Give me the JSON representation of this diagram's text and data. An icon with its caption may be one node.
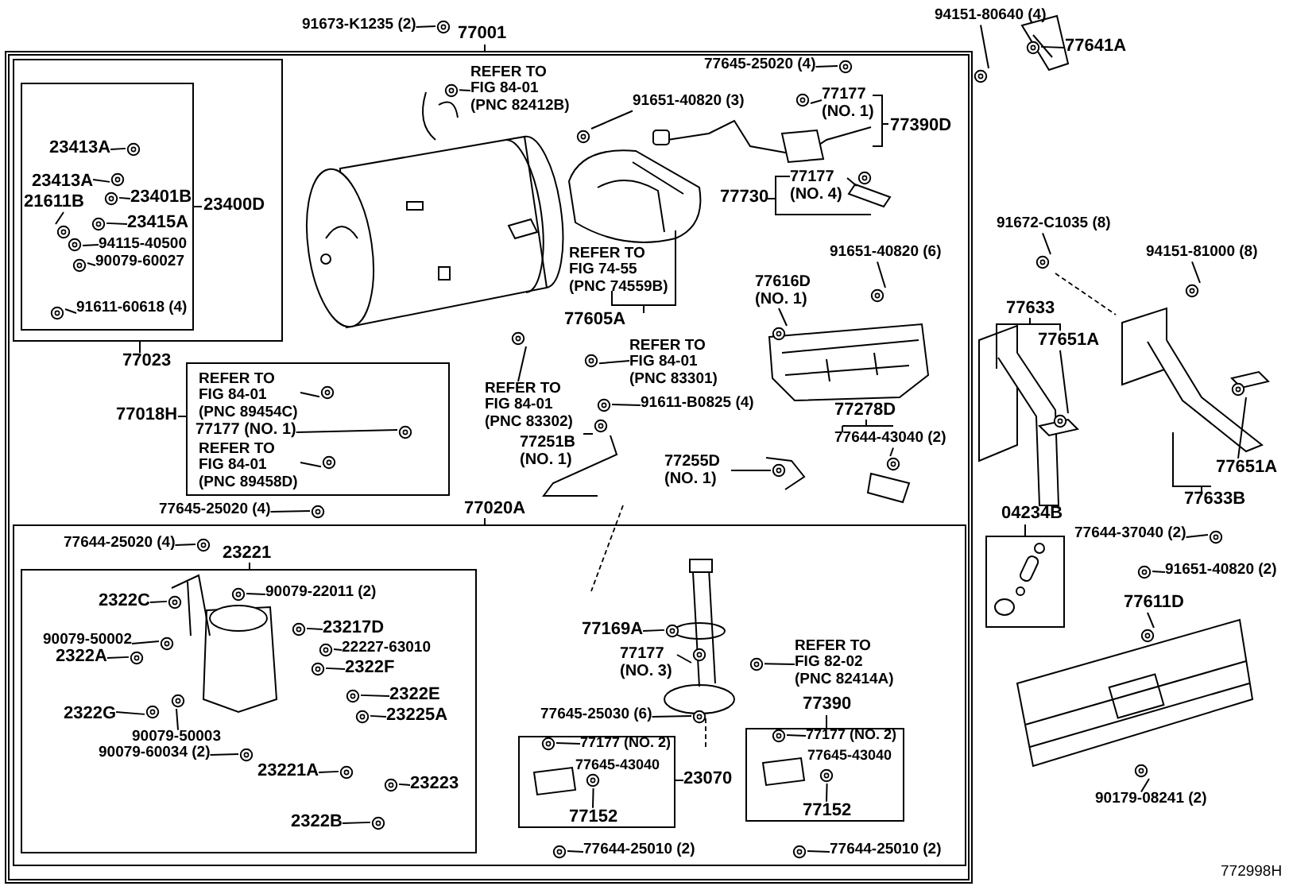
{
  "diagram": {
    "nodes": [
      {
        "text": [
          "91673-K1235 (2)"
        ]
      },
      {
        "text": [
          "77001"
        ]
      },
      {
        "text": [
          "77023"
        ],
        "in": 1
      },
      {
        "text": [
          "23400D"
        ],
        "in": 2
      },
      {
        "text": [
          "23413A"
        ],
        "in": 3
      },
      {
        "text": [
          "23413A"
        ],
        "in": 3
      },
      {
        "text": [
          "23401B"
        ],
        "in": 3
      },
      {
        "text": [
          "21611B"
        ],
        "in": 3
      },
      {
        "text": [
          "23415A"
        ],
        "in": 3
      },
      {
        "text": [
          "94115-40500"
        ],
        "in": 3
      },
      {
        "text": [
          "90079-60027"
        ],
        "in": 3
      },
      {
        "text": [
          "91611-60618 (4)"
        ],
        "in": 3
      },
      {
        "text": [
          "REFER TO FIG 84-01 (PNC 82412B)"
        ],
        "in": 1
      },
      {
        "text": [
          "77645-25020 (4)"
        ],
        "in": 1
      },
      {
        "text": [
          "91651-40820 (3)"
        ],
        "in": 1
      },
      {
        "text": [
          "77177 (NO. 1)"
        ],
        "in": 1
      },
      {
        "text": [
          "77177 (NO. 4)"
        ],
        "in": 1
      },
      {
        "text": [
          "91651-40820 (6)"
        ],
        "in": 1
      },
      {
        "text": [
          "77616D (NO. 1)"
        ],
        "in": 1
      },
      {
        "text": [
          "REFER TO FIG 84-01 (PNC 83301)"
        ],
        "in": 1
      },
      {
        "text": [
          "REFER TO FIG 84-01 (PNC 83302)"
        ],
        "in": 1
      },
      {
        "text": [
          "91611-B0825 (4)"
        ],
        "in": 1
      },
      {
        "text": [
          "77018H"
        ],
        "in": 1
      },
      {
        "text": [
          "REFER TO FIG 84-01 (PNC 89454C)"
        ],
        "in": 22
      },
      {
        "text": [
          "77177 (NO. 1)"
        ],
        "in": 22
      },
      {
        "text": [
          "REFER TO FIG 84-01 (PNC 89458D)"
        ],
        "in": 22
      },
      {
        "text": [
          "77251B (NO. 1)"
        ],
        "in": 1
      },
      {
        "text": [
          "77255D (NO. 1)"
        ],
        "in": 1
      },
      {
        "text": [
          "77644-43040 (2)"
        ],
        "in": 1
      },
      {
        "text": [
          "77645-25020 (4)"
        ],
        "in": 1
      },
      {
        "text": [
          "77020A"
        ],
        "in": 1
      },
      {
        "text": [
          "77644-25020 (4)"
        ],
        "in": 30
      },
      {
        "text": [
          "23221"
        ],
        "in": 30
      },
      {
        "text": [
          "90079-22011 (2)"
        ],
        "in": 32
      },
      {
        "text": [
          "2322C"
        ],
        "in": 32
      },
      {
        "text": [
          "23217D"
        ],
        "in": 32
      },
      {
        "text": [
          "90079-50002"
        ],
        "in": 32
      },
      {
        "text": [
          "2322A"
        ],
        "in": 32
      },
      {
        "text": [
          "22227-63010"
        ],
        "in": 32
      },
      {
        "text": [
          "2322F"
        ],
        "in": 32
      },
      {
        "text": [
          "2322E"
        ],
        "in": 32
      },
      {
        "text": [
          "23225A"
        ],
        "in": 32
      },
      {
        "text": [
          "2322G"
        ],
        "in": 32
      },
      {
        "text": [
          "90079-50003"
        ],
        "in": 32
      },
      {
        "text": [
          "90079-60034 (2)"
        ],
        "in": 32
      },
      {
        "text": [
          "23221A"
        ],
        "in": 32
      },
      {
        "text": [
          "23223"
        ],
        "in": 32
      },
      {
        "text": [
          "2322B"
        ],
        "in": 32
      },
      {
        "text": [
          "77169A"
        ],
        "in": 30
      },
      {
        "text": [
          "77177 (NO. 3)"
        ],
        "in": 30
      },
      {
        "text": [
          "REFER TO FIG 82-02 (PNC 82414A)"
        ],
        "in": 30
      },
      {
        "text": [
          "77645-25030 (6)"
        ],
        "in": 30
      },
      {
        "text": [
          "23070"
        ],
        "in": 30
      },
      {
        "text": [
          "77177 (NO. 2)"
        ],
        "in": 52
      },
      {
        "text": [
          "77152"
        ],
        "in": 52
      },
      {
        "text": [
          "77390"
        ],
        "in": 30
      },
      {
        "text": [
          "77177 (NO. 2)"
        ],
        "in": 55
      },
      {
        "text": [
          "77152"
        ],
        "in": 55
      },
      {
        "text": [
          "77644-25010 (2)"
        ],
        "in": 30
      },
      {
        "text": [
          "77644-25010 (2)"
        ],
        "in": 30
      },
      {
        "text": [
          "94151-80640 (4)"
        ]
      },
      {
        "text": [
          "77641A"
        ]
      },
      {
        "text": [
          "91672-C1035 (8)"
        ]
      },
      {
        "text": [
          "94151-81000 (8)"
        ]
      },
      {
        "text": [
          "77651A"
        ]
      },
      {
        "text": [
          "77651A"
        ]
      },
      {
        "text": [
          "77644-37040 (2)"
        ]
      },
      {
        "text": [
          "04234B"
        ]
      },
      {
        "text": [
          "91651-40820 (2)"
        ]
      },
      {
        "text": [
          "77611D"
        ]
      },
      {
        "text": [
          "90179-08241 (2)"
        ]
      },
      {
        "text": [],
        "shape": "picture"
      },
      {
        "text": [],
        "shape": "picture",
        "in": 3
      },
      {
        "text": [],
        "shape": "picture",
        "in": 3
      },
      {
        "text": [],
        "shape": "picture",
        "in": 3
      },
      {
        "text": [],
        "shape": "picture",
        "in": 3
      },
      {
        "text": [],
        "shape": "picture",
        "in": 3
      },
      {
        "text": [],
        "shape": "picture",
        "in": 3
      },
      {
        "text": [],
        "shape": "picture",
        "in": 3
      },
      {
        "text": [],
        "shape": "picture",
        "in": 3
      },
      {
        "text": [],
        "shape": "picture",
        "in": 1
      },
      {
        "text": [],
        "shape": "picture",
        "in": 1
      },
      {
        "text": [],
        "shape": "picture",
        "in": 1
      },
      {
        "text": [],
        "shape": "picture",
        "in": 1
      },
      {
        "text": [],
        "shape": "picture",
        "in": 1
      },
      {
        "text": [],
        "shape": "picture",
        "in": 1
      },
      {
        "text": [],
        "shape": "picture",
        "in": 1
      },
      {
        "text": [],
        "shape": "picture",
        "in": 1
      },
      {
        "text": [],
        "shape": "picture",
        "in": 1
      },
      {
        "text": [],
        "shape": "picture",
        "in": 1
      },
      {
        "text": [],
        "shape": "picture",
        "in": 22
      },
      {
        "text": [],
        "shape": "picture",
        "in": 22
      },
      {
        "text": [],
        "shape": "picture",
        "in": 22
      },
      {
        "text": [],
        "shape": "picture",
        "in": 1
      },
      {
        "text": [],
        "shape": "picture",
        "in": 1
      },
      {
        "text": [],
        "shape": "picture",
        "in": 1
      },
      {
        "text": [],
        "shape": "picture",
        "in": 1
      },
      {
        "text": [],
        "shape": "picture",
        "in": 30
      },
      {
        "text": [],
        "shape": "picture",
        "in": 32
      },
      {
        "text": [],
        "shape": "picture",
        "in": 32
      },
      {
        "text": [],
        "shape": "picture",
        "in": 32
      },
      {
        "text": [],
        "shape": "picture",
        "in": 32
      },
      {
        "text": [],
        "shape": "picture",
        "in": 32
      },
      {
        "text": [],
        "shape": "picture",
        "in": 32
      },
      {
        "text": [],
        "shape": "picture",
        "in": 32
      },
      {
        "text": [],
        "shape": "picture",
        "in": 32
      },
      {
        "text": [],
        "shape": "picture",
        "in": 32
      },
      {
        "text": [],
        "shape": "picture",
        "in": 32
      },
      {
        "text": [],
        "shape": "picture",
        "in": 32
      },
      {
        "text": [],
        "shape": "picture",
        "in": 32
      },
      {
        "text": [],
        "shape": "picture",
        "in": 32
      },
      {
        "text": [],
        "shape": "picture",
        "in": 32
      },
      {
        "text": [],
        "shape": "picture",
        "in": 32
      },
      {
        "text": [],
        "shape": "picture",
        "in": 30
      },
      {
        "text": [],
        "shape": "picture",
        "in": 30
      },
      {
        "text": [],
        "shape": "picture",
        "in": 30
      },
      {
        "text": [],
        "shape": "picture",
        "in": 30
      },
      {
        "text": [],
        "shape": "picture",
        "in": 52
      },
      {
        "text": [],
        "shape": "picture",
        "in": 52
      },
      {
        "text": [],
        "shape": "picture",
        "in": 55
      },
      {
        "text": [],
        "shape": "picture",
        "in": 55
      },
      {
        "text": [],
        "shape": "picture",
        "in": 30
      },
      {
        "text": [],
        "shape": "picture",
        "in": 30
      },
      {
        "text": [],
        "shape": "picture"
      },
      {
        "text": [],
        "shape": "picture"
      },
      {
        "text": [],
        "shape": "picture"
      },
      {
        "text": [],
        "shape": "picture"
      },
      {
        "text": [],
        "shape": "picture"
      },
      {
        "text": [],
        "shape": "picture"
      },
      {
        "text": [],
        "shape": "picture"
      },
      {
        "text": [],
        "shape": "picture"
      },
      {
        "text": [],
        "shape": "picture"
      },
      {
        "text": [],
        "shape": "picture"
      }
    ],
    "edges": [
      {
        "from": 0,
        "to": 71,
        "arrow": "none"
      },
      {
        "from": 4,
        "to": 72,
        "arrow": "none"
      },
      {
        "from": 5,
        "to": 73,
        "arrow": "none"
      },
      {
        "from": 6,
        "to": 74,
        "arrow": "none"
      },
      {
        "from": 7,
        "to": 75,
        "arrow": "none"
      },
      {
        "from": 8,
        "to": 76,
        "arrow": "none"
      },
      {
        "from": 9,
        "to": 77,
        "arrow": "none"
      },
      {
        "from": 10,
        "to": 78,
        "arrow": "none"
      },
      {
        "from": 11,
        "to": 79,
        "arrow": "none"
      },
      {
        "from": 12,
        "to": 80,
        "arrow": "none"
      },
      {
        "from": 13,
        "to": 81,
        "arrow": "none"
      },
      {
        "from": 14,
        "to": 82,
        "arrow": "none"
      },
      {
        "from": 15,
        "to": 83,
        "arrow": "none"
      },
      {
        "from": 16,
        "to": 84,
        "arrow": "none"
      },
      {
        "from": 17,
        "to": 85,
        "arrow": "none"
      },
      {
        "from": 18,
        "to": 86,
        "arrow": "none"
      },
      {
        "from": 19,
        "to": 87,
        "arrow": "none"
      },
      {
        "from": 20,
        "to": 88,
        "arrow": "none"
      },
      {
        "from": 21,
        "to": 89,
        "arrow": "none"
      },
      {
        "from": 23,
        "to": 90,
        "arrow": "none"
      },
      {
        "from": 24,
        "to": 91,
        "arrow": "none"
      },
      {
        "from": 25,
        "to": 92,
        "arrow": "none"
      },
      {
        "from": 26,
        "to": 93,
        "arrow": "none"
      },
      {
        "from": 27,
        "to": 94,
        "arrow": "none"
      },
      {
        "from": 28,
        "to": 95,
        "arrow": "none"
      },
      {
        "from": 29,
        "to": 96,
        "arrow": "none"
      },
      {
        "from": 31,
        "to": 97,
        "arrow": "none"
      },
      {
        "from": 33,
        "to": 98,
        "arrow": "none"
      },
      {
        "from": 34,
        "to": 99,
        "arrow": "none"
      },
      {
        "from": 35,
        "to": 100,
        "arrow": "none"
      },
      {
        "from": 36,
        "to": 101,
        "arrow": "none"
      },
      {
        "from": 37,
        "to": 102,
        "arrow": "none"
      },
      {
        "from": 38,
        "to": 103,
        "arrow": "none"
      },
      {
        "from": 39,
        "to": 104,
        "arrow": "none"
      },
      {
        "from": 40,
        "to": 105,
        "arrow": "none"
      },
      {
        "from": 41,
        "to": 106,
        "arrow": "none"
      },
      {
        "from": 42,
        "to": 107,
        "arrow": "none"
      },
      {
        "from": 43,
        "to": 108,
        "arrow": "none"
      },
      {
        "from": 44,
        "to": 109,
        "arrow": "none"
      },
      {
        "from": 45,
        "to": 110,
        "arrow": "none"
      },
      {
        "from": 46,
        "to": 111,
        "arrow": "none"
      },
      {
        "from": 47,
        "to": 112,
        "arrow": "none"
      },
      {
        "from": 48,
        "to": 113,
        "arrow": "none"
      },
      {
        "from": 49,
        "to": 114,
        "arrow": "none"
      },
      {
        "from": 50,
        "to": 115,
        "arrow": "none"
      },
      {
        "from": 51,
        "to": 116,
        "arrow": "none"
      },
      {
        "from": 53,
        "to": 117,
        "arrow": "none"
      },
      {
        "from": 54,
        "to": 118,
        "arrow": "none"
      },
      {
        "from": 56,
        "to": 119,
        "arrow": "none"
      },
      {
        "from": 57,
        "to": 120,
        "arrow": "none"
      },
      {
        "from": 58,
        "to": 121,
        "arrow": "none"
      },
      {
        "from": 59,
        "to": 122,
        "arrow": "none"
      },
      {
        "from": 60,
        "to": 123,
        "arrow": "none"
      },
      {
        "from": 61,
        "to": 124,
        "arrow": "none"
      },
      {
        "from": 62,
        "to": 125,
        "arrow": "none"
      },
      {
        "from": 63,
        "to": 126,
        "arrow": "none"
      },
      {
        "from": 64,
        "to": 127,
        "arrow": "none"
      },
      {
        "from": 65,
        "to": 128,
        "arrow": "none"
      },
      {
        "from": 66,
        "to": 129,
        "arrow": "none"
      },
      {
        "from": 68,
        "to": 130,
        "arrow": "none"
      },
      {
        "from": 69,
        "to": 131,
        "arrow": "none"
      },
      {
        "from": 70,
        "to": 132,
        "arrow": "none"
      }
    ],
    "labels": [
      "77390D",
      "77730",
      "REFER TO FIG 74-55 (PNC 74559B)",
      "77633",
      "77605A",
      "77278D",
      "77645-43040",
      "77645-43040",
      "77633B",
      "772998H"
    ]
  }
}
